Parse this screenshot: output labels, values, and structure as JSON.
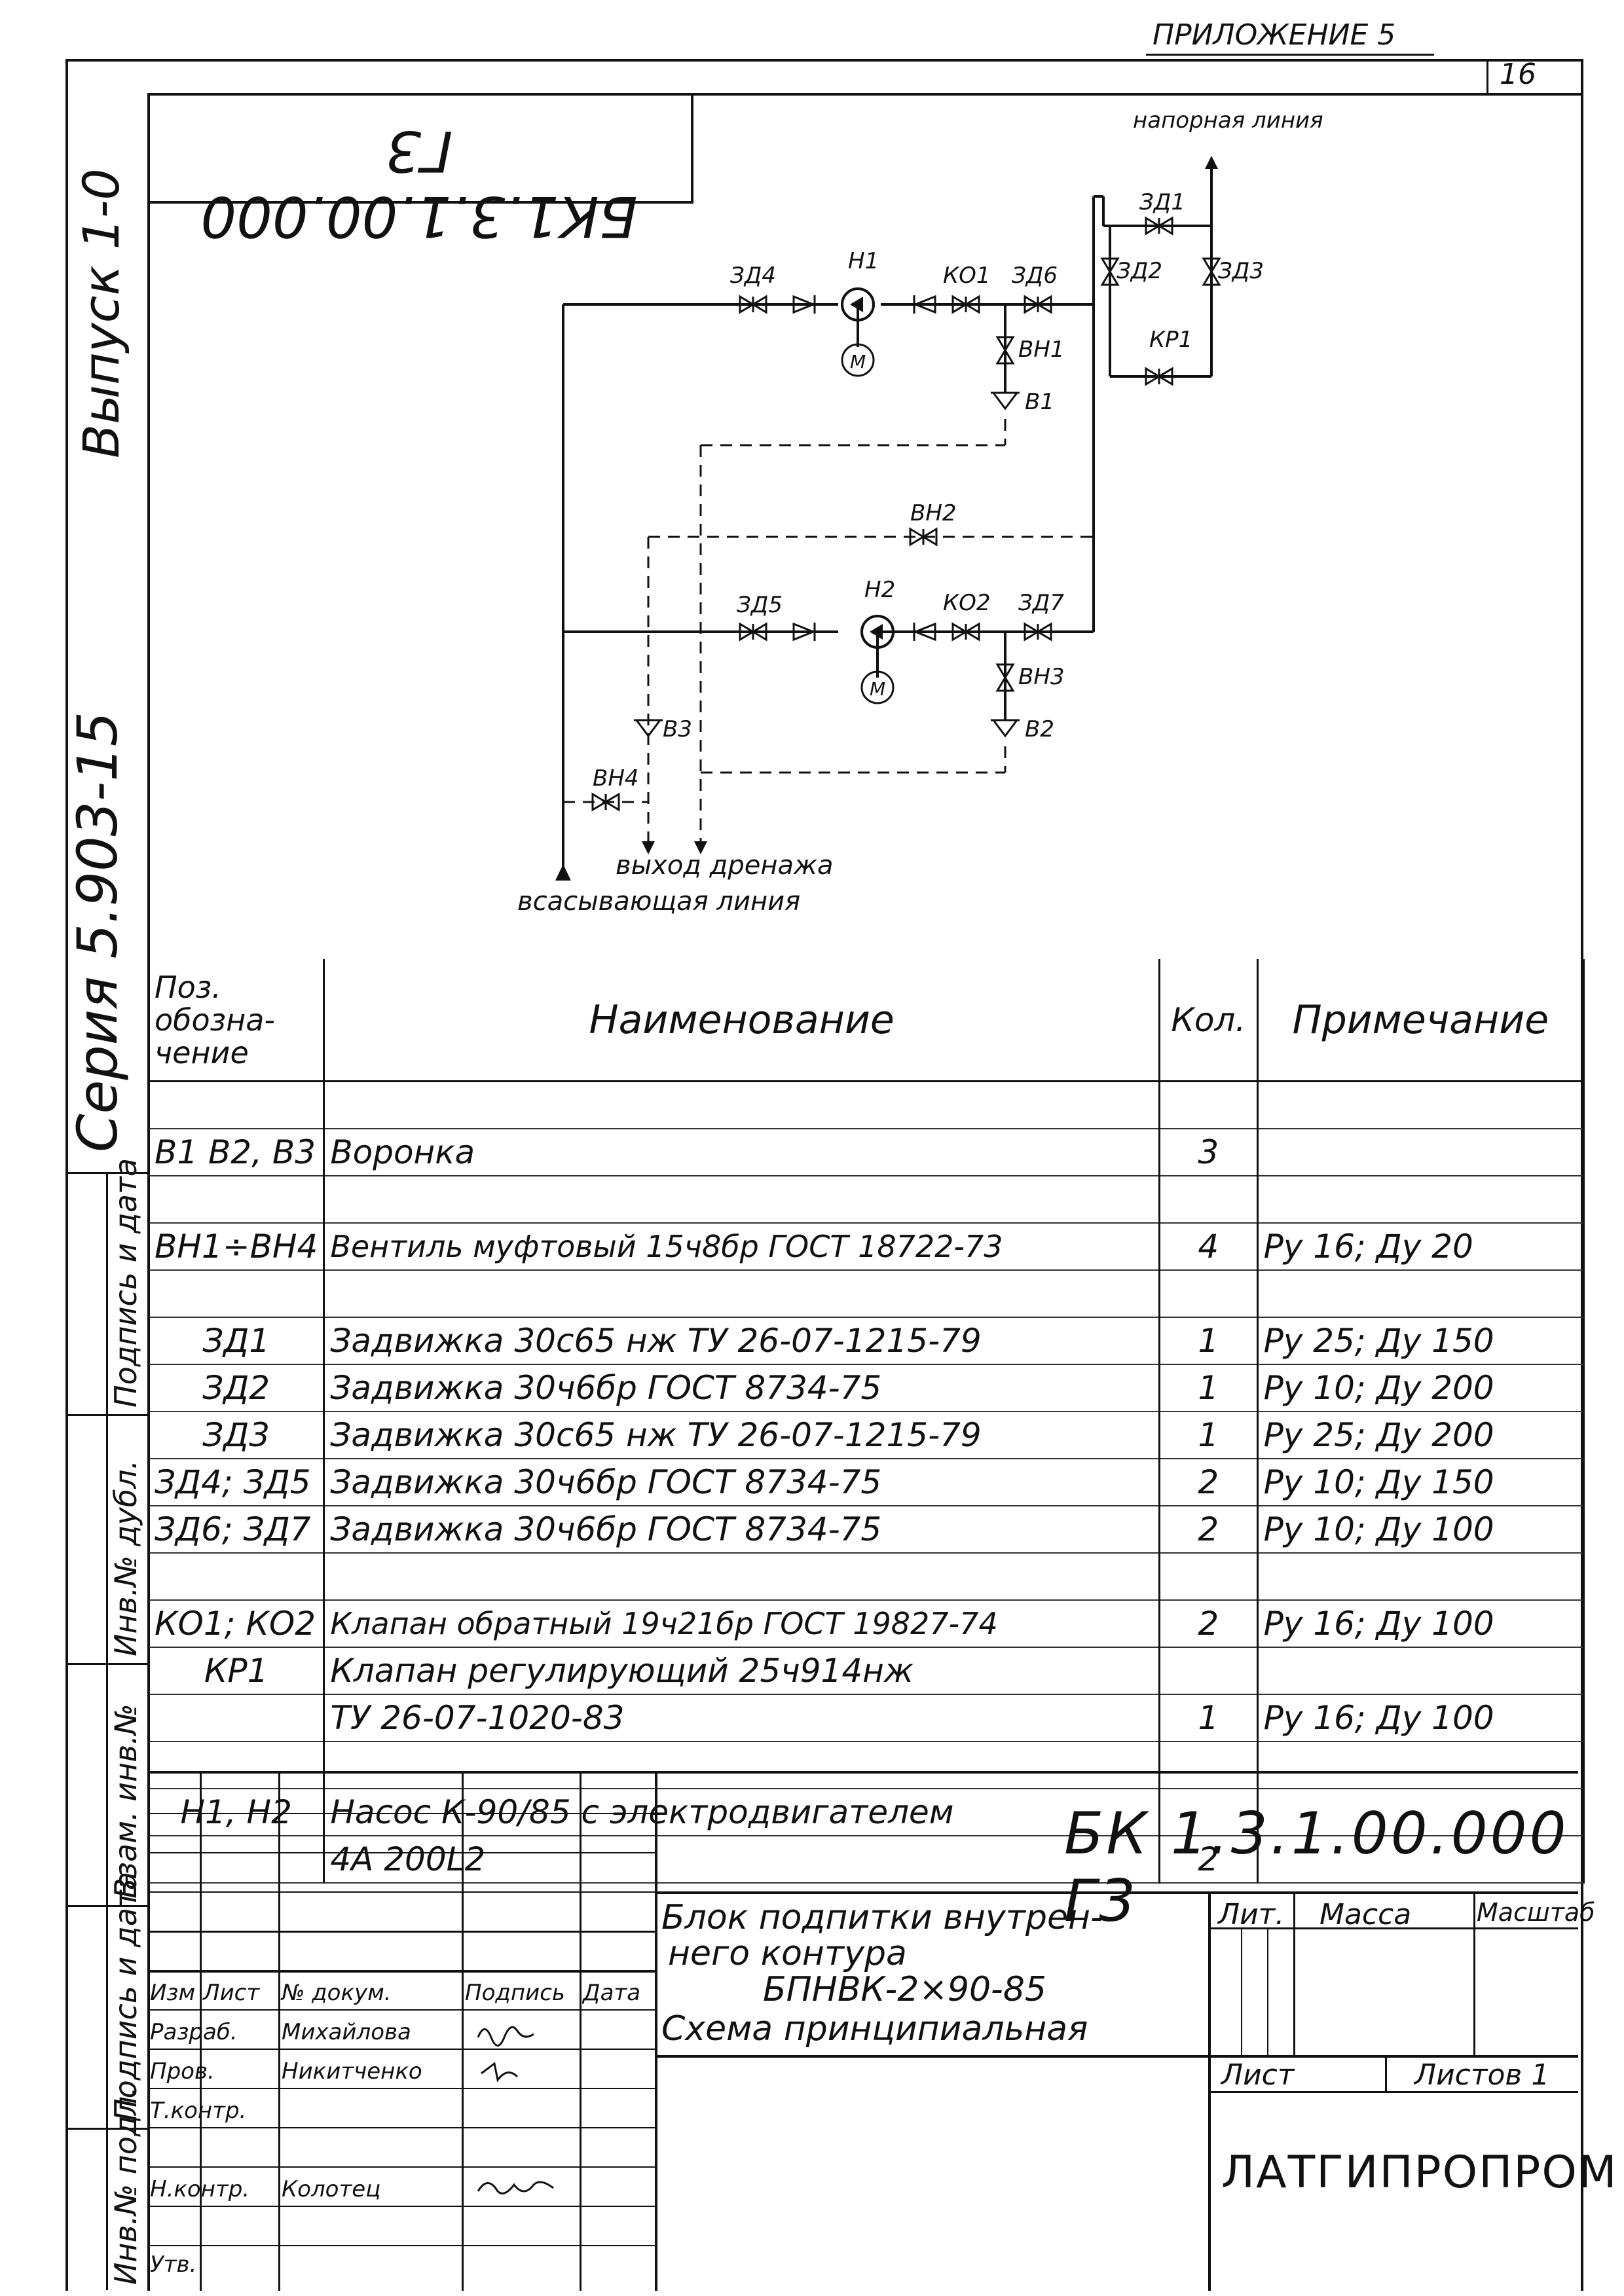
{
  "appendix": "ПРИЛОЖЕНИЕ 5",
  "sheet_number": "16",
  "side": {
    "issue": "Выпуск 1-0",
    "series": "Серия 5.903-15",
    "cells": [
      "Подпись и дата",
      "Инв.№ дубл.",
      "Взам. инв.№",
      "Подпись и дата",
      "Инв.№ подл."
    ]
  },
  "mirrored_code": "БК1.3.1.00.000 Г3",
  "diagram": {
    "labels": {
      "pressure_line": "напорная линия",
      "suction_line": "всасывающая линия",
      "drain_outlet": "выход дренажа",
      "zd1": "ЗД1",
      "zd2": "ЗД2",
      "zd3": "ЗД3",
      "zd4": "ЗД4",
      "zd5": "ЗД5",
      "zd6": "ЗД6",
      "zd7": "ЗД7",
      "h1": "Н1",
      "h2": "Н2",
      "k01": "КО1",
      "k02": "КО2",
      "kr1": "КР1",
      "vn1": "ВН1",
      "vn2": "ВН2",
      "vn3": "ВН3",
      "vn4": "ВН4",
      "v1": "В1",
      "v2": "В2",
      "v3": "В3",
      "motor": "М"
    }
  },
  "spec": {
    "headers": {
      "pos": "Поз. обозна- чение",
      "name": "Наименование",
      "qty": "Кол.",
      "note": "Примечание"
    },
    "rows": [
      {
        "pos": "",
        "name": "",
        "qty": "",
        "note": ""
      },
      {
        "pos": "В1 В2, В3",
        "name": "Воронка",
        "qty": "3",
        "note": ""
      },
      {
        "pos": "",
        "name": "",
        "qty": "",
        "note": ""
      },
      {
        "pos": "ВН1÷ВН4",
        "name": "Вентиль муфтовый 15ч8бр ГОСТ 18722-73",
        "qty": "4",
        "note": "Ру 16; Ду 20"
      },
      {
        "pos": "",
        "name": "",
        "qty": "",
        "note": ""
      },
      {
        "pos": "ЗД1",
        "name": "Задвижка 30с65 нж ТУ 26-07-1215-79",
        "qty": "1",
        "note": "Ру 25; Ду 150"
      },
      {
        "pos": "ЗД2",
        "name": "Задвижка 30ч6бр ГОСТ 8734-75",
        "qty": "1",
        "note": "Ру 10; Ду 200"
      },
      {
        "pos": "ЗД3",
        "name": "Задвижка 30с65 нж ТУ 26-07-1215-79",
        "qty": "1",
        "note": "Ру 25; Ду 200"
      },
      {
        "pos": "ЗД4; ЗД5",
        "name": "Задвижка 30ч6бр ГОСТ 8734-75",
        "qty": "2",
        "note": "Ру 10; Ду 150"
      },
      {
        "pos": "ЗД6; ЗД7",
        "name": "Задвижка 30ч6бр ГОСТ 8734-75",
        "qty": "2",
        "note": "Ру 10; Ду 100"
      },
      {
        "pos": "",
        "name": "",
        "qty": "",
        "note": ""
      },
      {
        "pos": "КО1; КО2",
        "name": "Клапан обратный 19ч21бр ГОСТ 19827-74",
        "qty": "2",
        "note": "Ру 16; Ду 100"
      },
      {
        "pos": "КР1",
        "name": "Клапан регулирующий 25ч914нж",
        "qty": "",
        "note": ""
      },
      {
        "pos": "",
        "name": "ТУ 26-07-1020-83",
        "qty": "1",
        "note": "Ру 16; Ду 100"
      },
      {
        "pos": "",
        "name": "",
        "qty": "",
        "note": ""
      },
      {
        "pos": "Н1, Н2",
        "name": "Насос К-90/85 с электродвигателем",
        "qty": "",
        "note": ""
      },
      {
        "pos": "",
        "name": "4А 200L2",
        "qty": "2",
        "note": ""
      }
    ]
  },
  "title_block": {
    "code": "БК 1.3.1.00.000 Г3",
    "title_line1": "Блок подпитки внутрен-",
    "title_line2": "него контура",
    "title_line3": "БПНВК-2×90-85",
    "title_line4": "Схема принципиальная",
    "headers": {
      "izm": "Изм",
      "list": "Лист",
      "doc": "№ докум.",
      "sign": "Подпись",
      "date": "Дата"
    },
    "roles": [
      {
        "role": "Разраб.",
        "name": "Михайлова"
      },
      {
        "role": "Пров.",
        "name": "Никитченко"
      },
      {
        "role": "Т.контр.",
        "name": ""
      },
      {
        "role": "",
        "name": ""
      },
      {
        "role": "Н.контр.",
        "name": "Колотец"
      },
      {
        "role": "Утв.",
        "name": ""
      }
    ],
    "lit": "Лит.",
    "mass": "Масса",
    "scale": "Масштаб",
    "sheet": "Лист",
    "sheets": "Листов 1",
    "org": "ЛАТГИПРОПРОМ"
  }
}
